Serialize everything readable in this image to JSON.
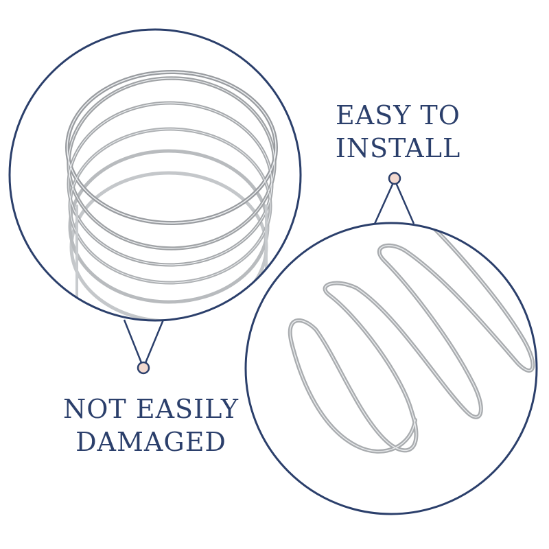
{
  "captions": {
    "install": {
      "line1": "EASY TO",
      "line2": "INSTALL"
    },
    "damage": {
      "line1": "NOT EASILY",
      "line2": "DAMAGED"
    }
  },
  "colors": {
    "frame": "#2b3f6b",
    "text": "#2b3f6b",
    "wire": "#a9acaf",
    "wire_highlight": "#e8eaec",
    "pin_fill": "#f3d9cf"
  },
  "icons": {
    "pin_install": "pointer-dot-icon",
    "pin_damage": "pointer-dot-icon"
  }
}
